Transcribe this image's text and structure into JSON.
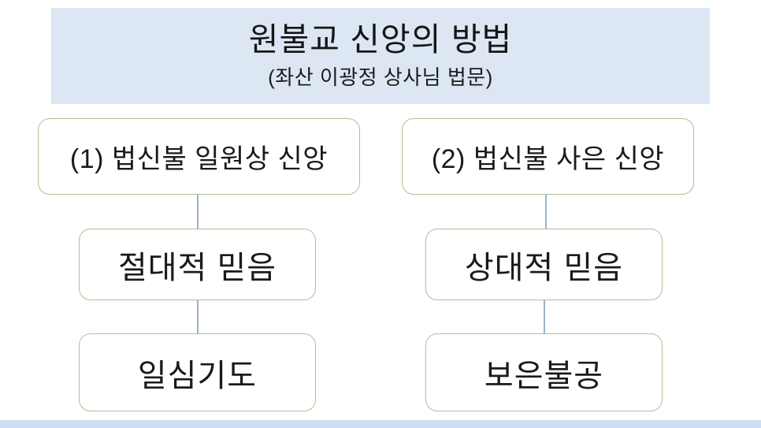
{
  "header": {
    "title": "원불교 신앙의 방법",
    "subtitle": "(좌산 이광정 상사님 법문)",
    "background": "#dce7f3"
  },
  "columns": [
    {
      "boxes": [
        "(1) 법신불 일원상 신앙",
        "절대적 믿음",
        "일심기도"
      ]
    },
    {
      "boxes": [
        "(2) 법신불 사은 신앙",
        "상대적 믿음",
        "보은불공"
      ]
    }
  ],
  "colors": {
    "header_bg": "#dce7f3",
    "box_border": "#a9c493",
    "connector": "#9ab3c9",
    "bottom_bar": "#cfdfef",
    "text": "#1a1a1a"
  }
}
